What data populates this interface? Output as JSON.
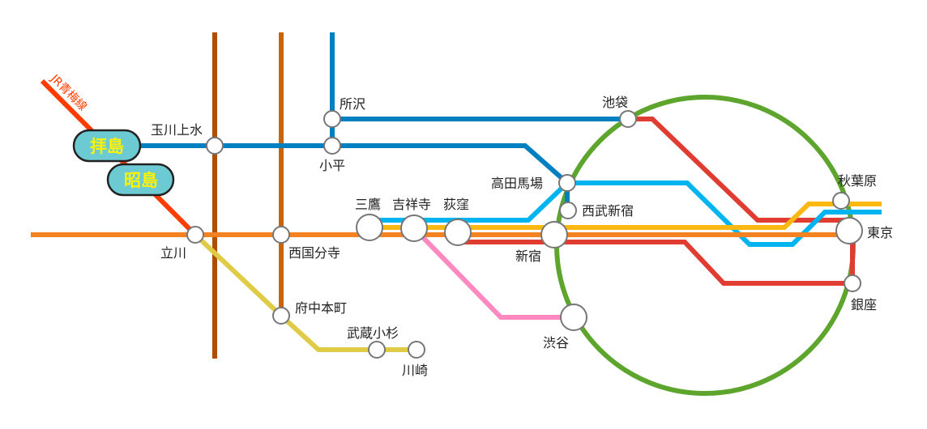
{
  "line_label": "JR青梅線",
  "highlight_stations": [
    "拝島",
    "昭島"
  ],
  "stations": {
    "tamagawajosui": "玉川上水",
    "tokorozawa": "所沢",
    "kodaira": "小平",
    "ikebukuro": "池袋",
    "takadanobaba": "高田馬場",
    "seibushinjuku": "西武新宿",
    "akihabara": "秋葉原",
    "tokyo": "東京",
    "ginza": "銀座",
    "tachikawa": "立川",
    "nishikokubunji": "西国分寺",
    "mitaka": "三鷹",
    "kichijoji": "吉祥寺",
    "ogikubo": "荻窪",
    "shinjuku": "新宿",
    "fuchuhommachi": "府中本町",
    "musashikosugi": "武蔵小杉",
    "kawasaki": "川崎",
    "shibuya": "渋谷"
  },
  "colors": {
    "yamanote": "#5ea52e",
    "chuo": "#f58220",
    "sobu": "#fbb812",
    "tozai": "#00b5ef",
    "marunouchi": "#e03c31",
    "seibu": "#0080c0",
    "brown1": "#b04e00",
    "brown2": "#c8640a",
    "ome": "#ff3c00",
    "nambu": "#dfcb45",
    "inokashira": "#ff88c0",
    "pill": "#6ccbd2"
  }
}
